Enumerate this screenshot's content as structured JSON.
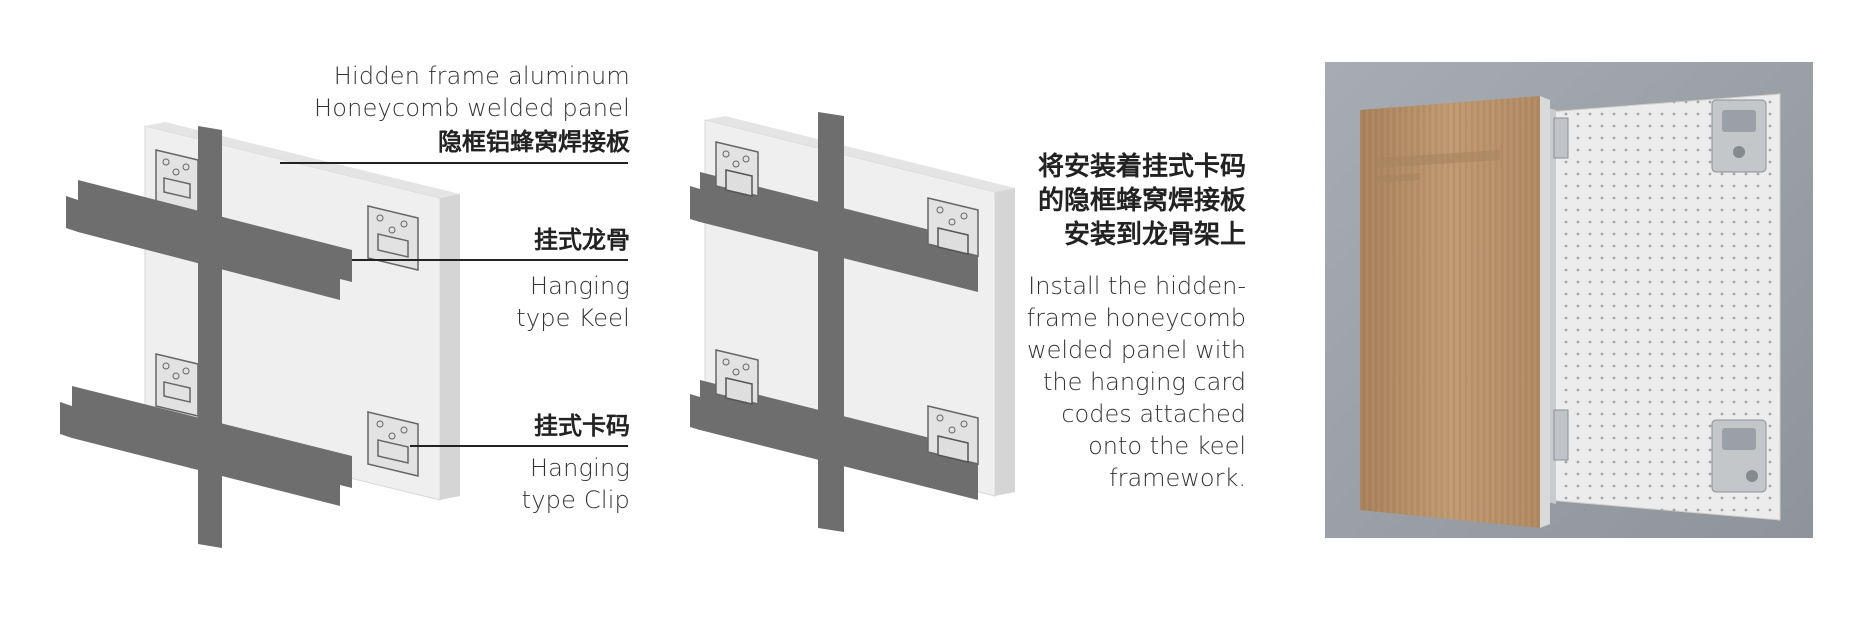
{
  "labels": {
    "panel_en_1": "Hidden frame aluminum",
    "panel_en_2": "Honeycomb welded panel",
    "panel_cn": "隐框铝蜂窝焊接板",
    "keel_cn": "挂式龙骨",
    "keel_en_1": "Hanging",
    "keel_en_2": "type Keel",
    "clip_cn": "挂式卡码",
    "clip_en_1": "Hanging",
    "clip_en_2": "type Clip"
  },
  "step": {
    "cn_lines": [
      "将安装着挂式卡码",
      "的隐框蜂窝焊接板",
      "安装到龙骨架上"
    ],
    "en_lines": [
      "Install the hidden-",
      "frame honeycomb",
      "welded panel with",
      "the hanging card",
      "codes attached",
      "onto the keel",
      "framework."
    ]
  },
  "colors": {
    "panel_face": "#efefef",
    "panel_edge": "#dcdcdc",
    "keel": "#6e6e6e",
    "photo_bg": "#9fa4aa",
    "wood": "#b8936b"
  }
}
